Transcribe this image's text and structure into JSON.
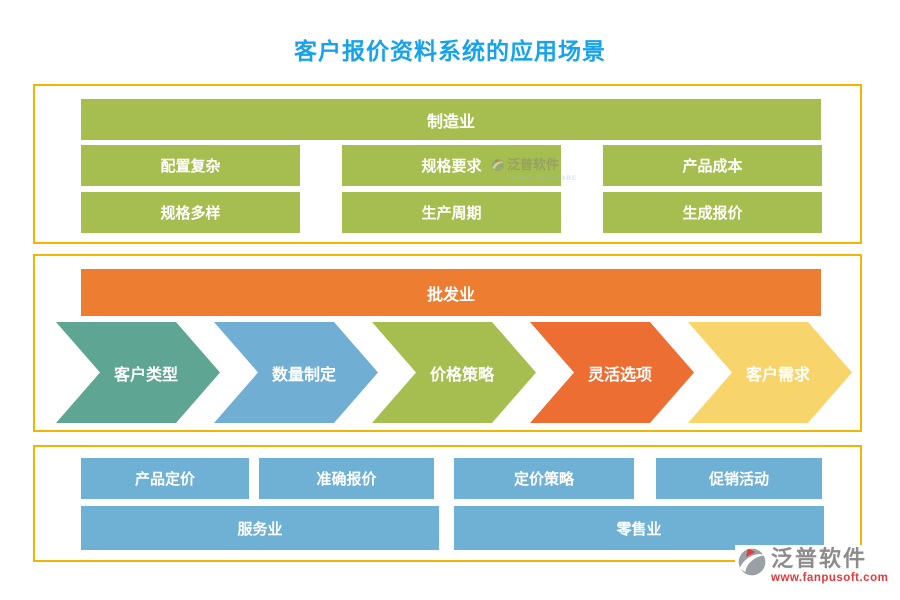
{
  "page": {
    "title": "客户报价资料系统的应用场景",
    "title_color": "#16A3EC",
    "panel_border_color": "#F2B500"
  },
  "watermark": {
    "text": "泛普软件",
    "subtext": "FANPU SOFTWARE"
  },
  "sections": {
    "manufacturing": {
      "header": "制造业",
      "color": "#A6BE4F",
      "items": [
        "配置复杂",
        "规格要求",
        "产品成本",
        "规格多样",
        "生产周期",
        "生成报价"
      ]
    },
    "wholesale": {
      "header": "批发业",
      "color": "#ED7D31",
      "steps": [
        {
          "label": "客户类型",
          "color": "#5EA593"
        },
        {
          "label": "数量制定",
          "color": "#70AFD3"
        },
        {
          "label": "价格策略",
          "color": "#A6BE4F"
        },
        {
          "label": "灵活选项",
          "color": "#EC6E32"
        },
        {
          "label": "客户需求",
          "color": "#F8D56A"
        }
      ]
    },
    "services_retail": {
      "color": "#6FB1D4",
      "items": [
        "产品定价",
        "准确报价",
        "定价策略",
        "促销活动"
      ],
      "bars": [
        "服务业",
        "零售业"
      ]
    }
  },
  "footer": {
    "brand": "泛普软件",
    "brand_color": "#8C8C8C",
    "url": "www.fanpusoft.com",
    "url_color": "#E4393C"
  }
}
